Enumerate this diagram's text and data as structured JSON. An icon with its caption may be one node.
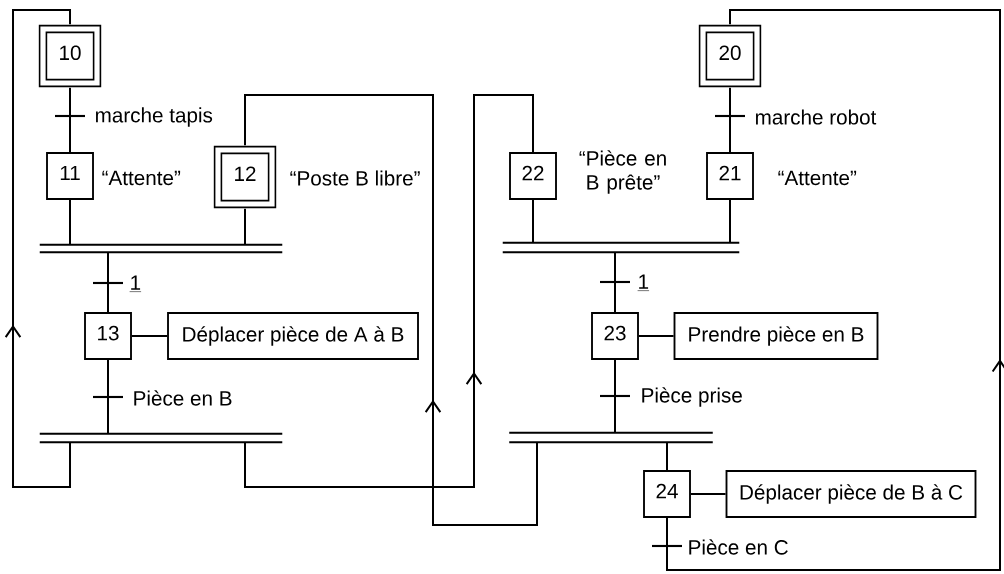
{
  "diagram": {
    "nodes": [
      {
        "text": [
          "10"
        ]
      },
      {
        "text": [
          "11"
        ],
        "beside": [
          "“Attente”"
        ]
      },
      {
        "text": [
          "12"
        ],
        "beside": [
          "“Poste B libre”"
        ]
      },
      {
        "text": [
          "13"
        ]
      },
      {
        "text": [
          "Déplacer pièce de A à B"
        ]
      },
      {
        "text": [
          "20"
        ]
      },
      {
        "text": [
          "21"
        ],
        "beside": [
          "“Attente”"
        ]
      },
      {
        "text": [
          "22"
        ],
        "beside": [
          "“Pièce en B prête”"
        ]
      },
      {
        "text": [
          "23"
        ]
      },
      {
        "text": [
          "Prendre pièce en B"
        ]
      },
      {
        "text": [
          "24"
        ]
      },
      {
        "text": [
          "Déplacer pièce de B à C"
        ]
      },
      {
        "text": [],
        "shape": "bar"
      },
      {
        "text": [],
        "shape": "bar"
      },
      {
        "text": [],
        "shape": "bar"
      },
      {
        "text": [],
        "shape": "bar"
      }
    ],
    "edges": [
      {
        "from": 0,
        "to": 1,
        "arrow": "none",
        "label": "marche tapis"
      },
      {
        "from": 1,
        "to": 12,
        "arrow": "none"
      },
      {
        "from": 2,
        "to": 12,
        "arrow": "none"
      },
      {
        "from": 12,
        "to": 3,
        "arrow": "none",
        "label": "1"
      },
      {
        "from": 3,
        "to": 4,
        "arrow": "none"
      },
      {
        "from": 3,
        "to": 13,
        "arrow": "none",
        "label": "Pièce en B"
      },
      {
        "from": 13,
        "to": 0,
        "arrow": "to"
      },
      {
        "from": 13,
        "to": 7,
        "arrow": "to"
      },
      {
        "from": 5,
        "to": 6,
        "arrow": "none",
        "label": "marche robot"
      },
      {
        "from": 7,
        "to": 14,
        "arrow": "none"
      },
      {
        "from": 6,
        "to": 14,
        "arrow": "none"
      },
      {
        "from": 14,
        "to": 8,
        "arrow": "none",
        "label": "1"
      },
      {
        "from": 8,
        "to": 9,
        "arrow": "none"
      },
      {
        "from": 8,
        "to": 15,
        "arrow": "none",
        "label": "Pièce prise"
      },
      {
        "from": 15,
        "to": 2,
        "arrow": "to"
      },
      {
        "from": 15,
        "to": 10,
        "arrow": "none"
      },
      {
        "from": 10,
        "to": 11,
        "arrow": "none"
      },
      {
        "from": 10,
        "to": 5,
        "arrow": "to",
        "label": "Pièce en C"
      }
    ]
  }
}
